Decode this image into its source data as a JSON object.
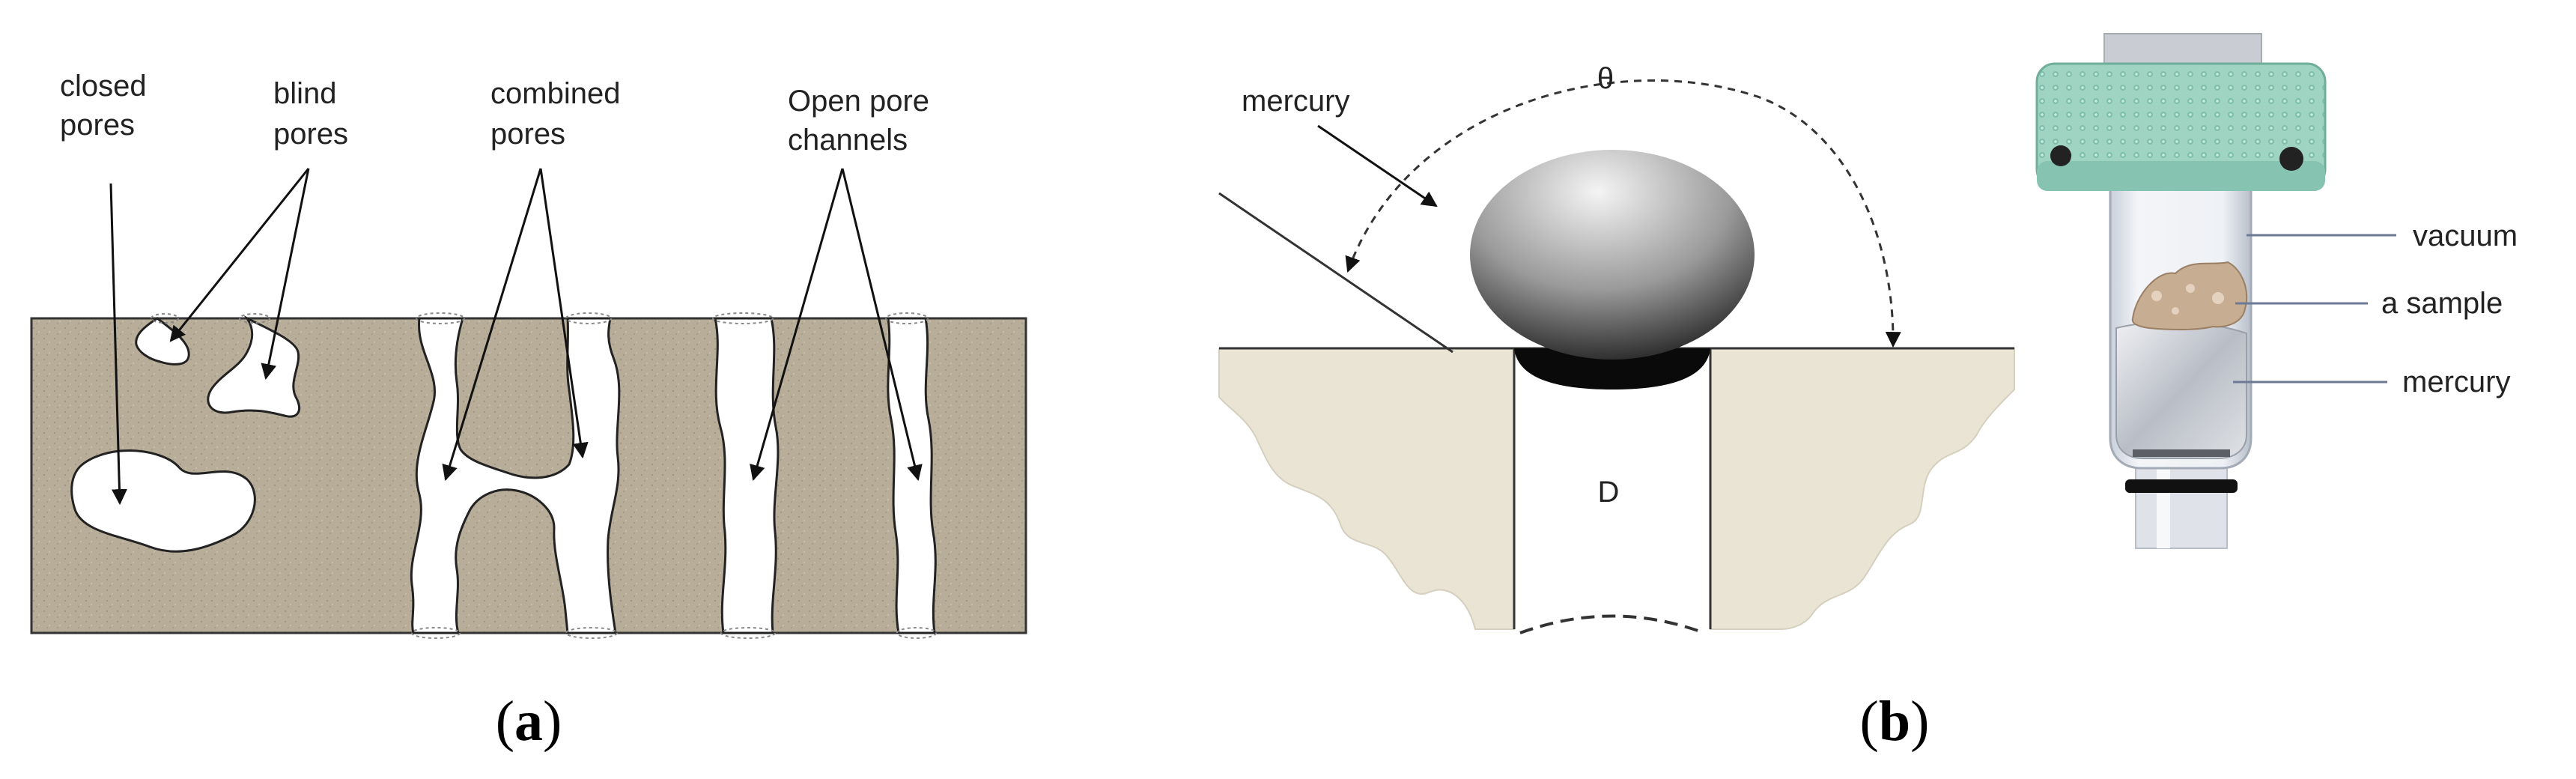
{
  "panel_a": {
    "labels": {
      "closed": [
        "closed",
        "pores"
      ],
      "blind": [
        "blind",
        "pores"
      ],
      "combined": [
        "combined",
        "pores"
      ],
      "open": [
        "Open pore",
        "channels"
      ]
    },
    "caption": {
      "open": "(",
      "letter": "a",
      "close": ")"
    }
  },
  "panel_b": {
    "labels": {
      "mercury_top": "mercury",
      "theta": "θ",
      "diameter": "D",
      "vacuum": "vacuum",
      "sample": "a sample",
      "mercury_cell": "mercury"
    },
    "caption": {
      "open": "(",
      "letter": "b",
      "close": ")"
    }
  },
  "colors": {
    "rock": "#b6ac98",
    "cap_teal": "#9fd4c3",
    "ground": "#e9e4d4"
  }
}
